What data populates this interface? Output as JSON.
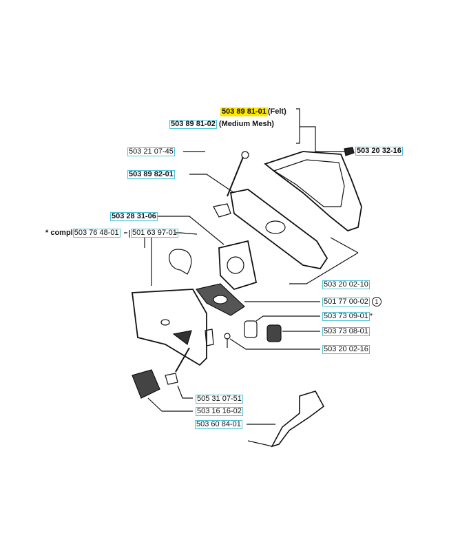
{
  "parts": {
    "felt": {
      "number": "503 89 81-01",
      "note": "(Felt)"
    },
    "mesh": {
      "number": "503 89 81-02",
      "note": "(Medium Mesh)"
    },
    "screw_long": {
      "number": "503 21 07-45"
    },
    "screw_top": {
      "number": "503 20 32-16"
    },
    "plate": {
      "number": "503 89 82-01"
    },
    "carburetor": {
      "number": "503 28 31-06"
    },
    "compl_prefix": "* compl",
    "compl": {
      "number": "503 76 48-01"
    },
    "bracket": {
      "number": "501 63 97-01"
    },
    "screw_right": {
      "number": "503 20 02-10"
    },
    "gasket": {
      "number": "501 77 00-02",
      "ref": "1"
    },
    "bushing_a": {
      "number": "503 73 09-01",
      "suffix": "*"
    },
    "bushing_b": {
      "number": "503 73 08-01"
    },
    "screw_lower": {
      "number": "503 20 02-16"
    },
    "part_51": {
      "number": "505 31 07-51"
    },
    "part_02": {
      "number": "503 16 16-02"
    },
    "throttle": {
      "number": "503 60 84-01"
    }
  },
  "colors": {
    "highlight": "#ffe600",
    "hotspot": "#4fc3d6"
  }
}
